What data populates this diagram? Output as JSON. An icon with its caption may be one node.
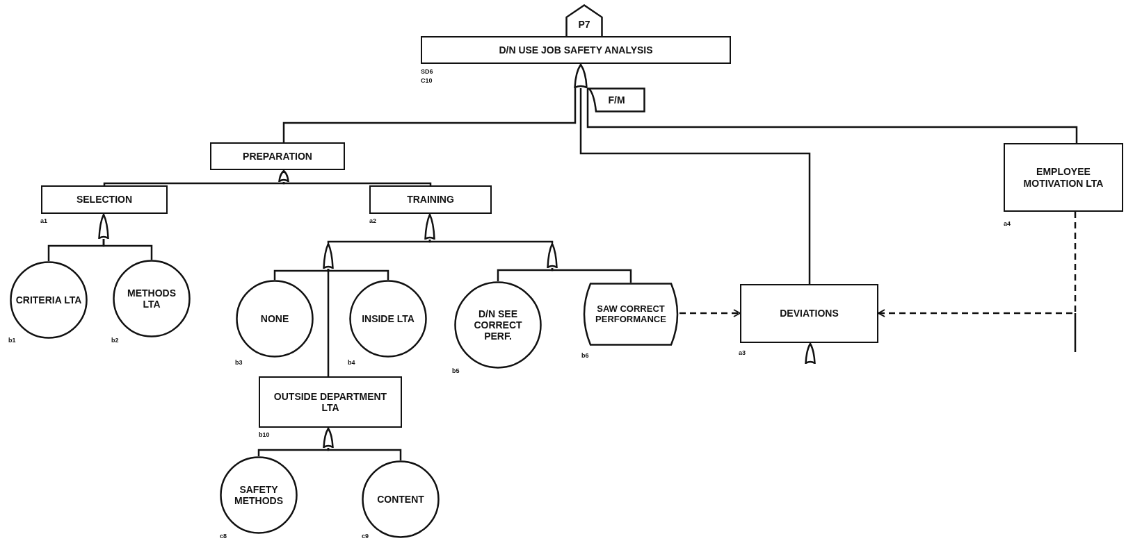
{
  "diagram": {
    "nodes": [
      {
        "text": [
          "P7"
        ]
      },
      {
        "text": [
          "D/N USE JOB SAFETY ANALYSIS"
        ],
        "beside": [
          "SD6",
          "C10"
        ]
      },
      {
        "text": [
          "F/M"
        ]
      },
      {
        "text": [
          "PREPARATION"
        ]
      },
      {
        "text": [
          "EMPLOYEE MOTIVATION LTA"
        ],
        "beside": [
          "a4"
        ]
      },
      {
        "text": [
          "SELECTION"
        ],
        "beside": [
          "a1"
        ]
      },
      {
        "text": [
          "TRAINING"
        ],
        "beside": [
          "a2"
        ]
      },
      {
        "text": [
          "CRITERIA LTA"
        ],
        "beside": [
          "b1"
        ]
      },
      {
        "text": [
          "METHODS LTA"
        ],
        "beside": [
          "b2"
        ]
      },
      {
        "text": [
          "NONE"
        ],
        "beside": [
          "b3"
        ]
      },
      {
        "text": [
          "INSIDE LTA"
        ],
        "beside": [
          "b4"
        ]
      },
      {
        "text": [
          "D/N SEE CORRECT PERF."
        ],
        "beside": [
          "b5"
        ]
      },
      {
        "text": [
          "SAW CORRECT PERFORMANCE"
        ],
        "beside": [
          "b6"
        ]
      },
      {
        "text": [
          "DEVIATIONS"
        ],
        "beside": [
          "a3"
        ]
      },
      {
        "text": [
          "OUTSIDE DEPARTMENT LTA"
        ],
        "beside": [
          "b10"
        ]
      },
      {
        "text": [
          "SAFETY METHODS"
        ],
        "beside": [
          "c8"
        ]
      },
      {
        "text": [
          "CONTENT"
        ],
        "beside": [
          "c9"
        ]
      },
      {
        "text": [],
        "shape": "gate"
      },
      {
        "text": [],
        "shape": "gate"
      },
      {
        "text": [],
        "shape": "gate"
      },
      {
        "text": [],
        "shape": "gate"
      },
      {
        "text": [],
        "shape": "gate"
      },
      {
        "text": [],
        "shape": "gate"
      },
      {
        "text": [],
        "shape": "gate"
      },
      {
        "text": [],
        "shape": "gate"
      }
    ],
    "edges": [
      {
        "from": 17,
        "to": 3,
        "arrow": "none"
      },
      {
        "from": 17,
        "to": 13,
        "arrow": "none"
      },
      {
        "from": 17,
        "to": 4,
        "arrow": "none"
      },
      {
        "from": 18,
        "to": 5,
        "arrow": "none"
      },
      {
        "from": 18,
        "to": 6,
        "arrow": "none"
      },
      {
        "from": 19,
        "to": 7,
        "arrow": "none"
      },
      {
        "from": 19,
        "to": 8,
        "arrow": "none"
      },
      {
        "from": 20,
        "to": 21,
        "arrow": "none"
      },
      {
        "from": 20,
        "to": 22,
        "arrow": "none"
      },
      {
        "from": 21,
        "to": 9,
        "arrow": "none"
      },
      {
        "from": 21,
        "to": 10,
        "arrow": "none"
      },
      {
        "from": 21,
        "to": 14,
        "arrow": "none"
      },
      {
        "from": 22,
        "to": 11,
        "arrow": "none"
      },
      {
        "from": 22,
        "to": 12,
        "arrow": "none"
      },
      {
        "from": 24,
        "to": 15,
        "arrow": "none"
      },
      {
        "from": 24,
        "to": 16,
        "arrow": "none"
      },
      {
        "from": 12,
        "to": 13,
        "arrow": "to",
        "style": "dashed"
      },
      {
        "from": 4,
        "to": 13,
        "arrow": "to",
        "style": "dashed"
      }
    ]
  }
}
